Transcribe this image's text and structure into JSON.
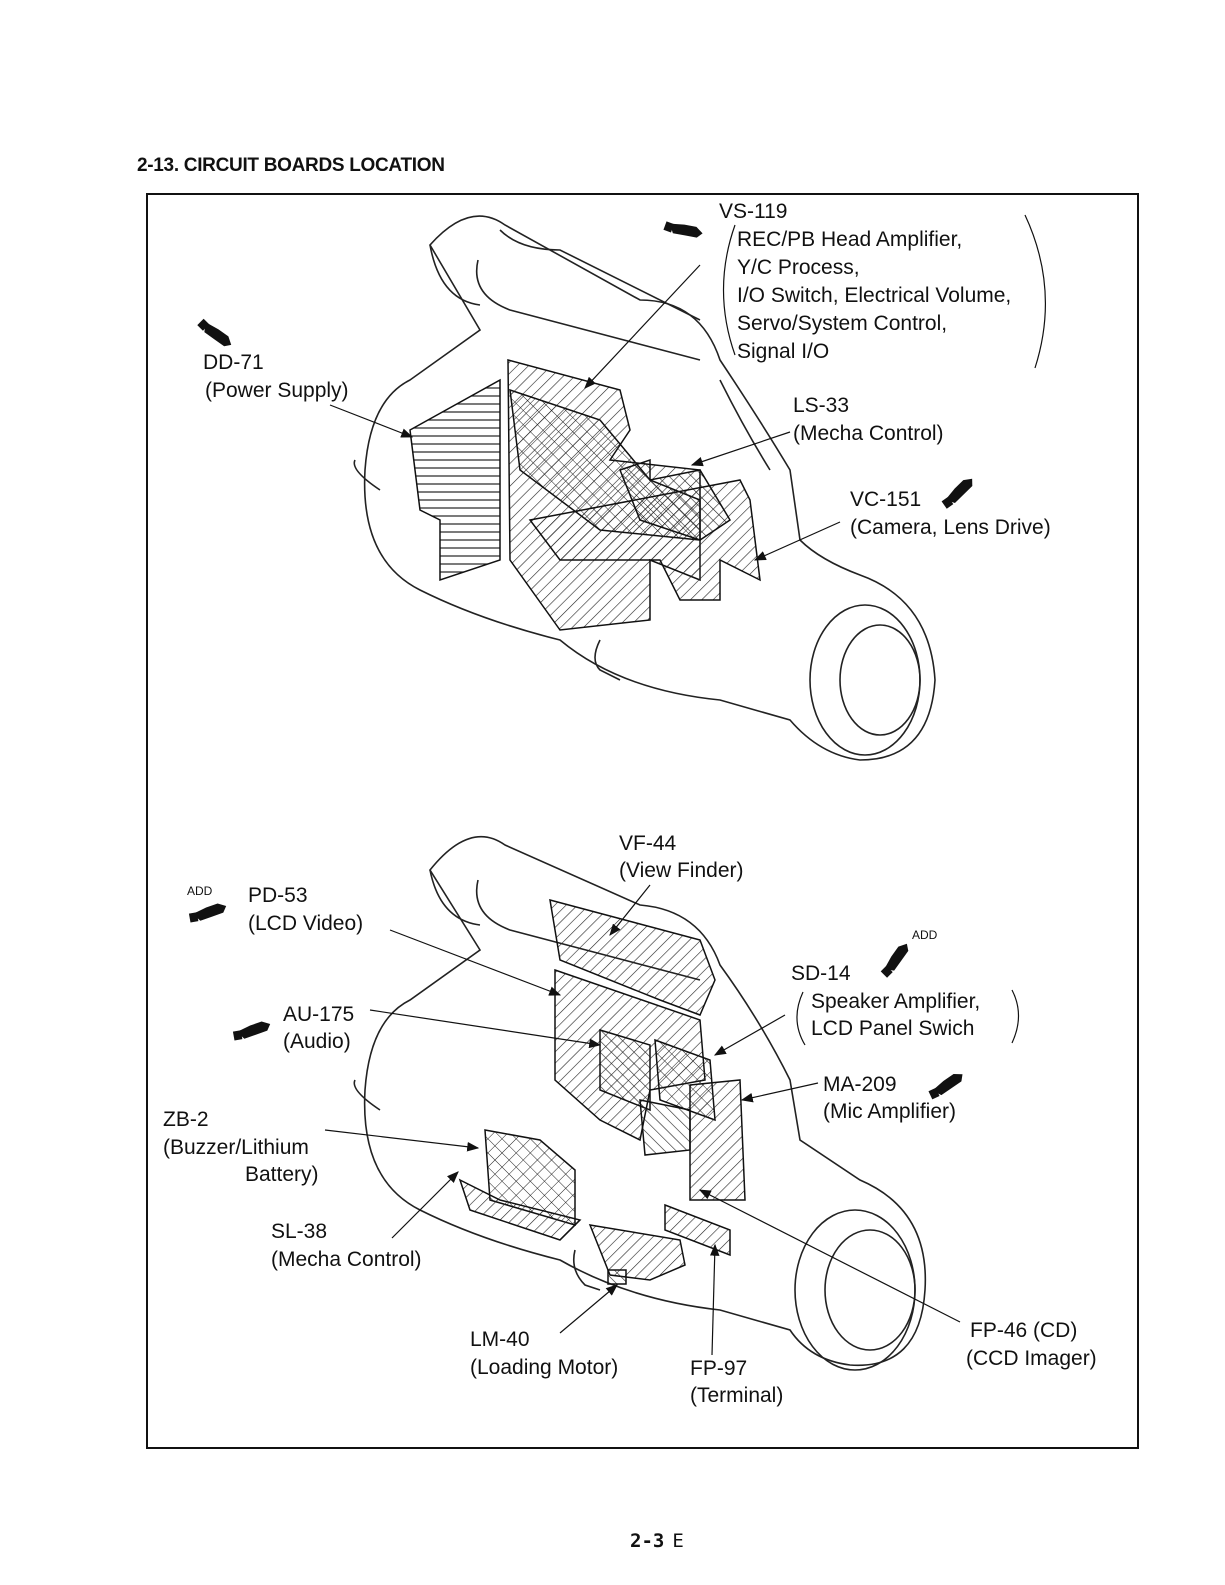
{
  "heading": "2-13.  CIRCUIT BOARDS LOCATION",
  "top_labels": {
    "vs119": [
      "VS-119",
      "REC/PB Head Amplifier,",
      "Y/C Process,",
      "I/O Switch, Electrical Volume,",
      "Servo/System Control,",
      "Signal  I/O"
    ],
    "dd71": [
      "DD-71",
      "(Power Supply)"
    ],
    "ls33": [
      "LS-33",
      "(Mecha Control)"
    ],
    "vc151": [
      "VC-151",
      "(Camera, Lens Drive)"
    ]
  },
  "bottom_labels": {
    "vf44": [
      "VF-44",
      "(View Finder)"
    ],
    "pd53": [
      "PD-53",
      "(LCD Video)"
    ],
    "add1": "ADD",
    "add2": "ADD",
    "au175": [
      "AU-175",
      "(Audio)"
    ],
    "sd14": [
      "SD-14",
      "Speaker Amplifier,",
      "LCD Panel Swich"
    ],
    "ma209": [
      "MA-209",
      "(Mic Amplifier)"
    ],
    "zb2": [
      "ZB-2",
      "(Buzzer/Lithium",
      "Battery)"
    ],
    "sl38": [
      "SL-38",
      "(Mecha Control)"
    ],
    "lm40": [
      "LM-40",
      "(Loading Motor)"
    ],
    "fp97": [
      "FP-97",
      "(Terminal)"
    ],
    "fp46": [
      "FP-46 (CD)",
      "(CCD Imager)"
    ]
  },
  "footer": {
    "page": "2-3",
    "suffix": "E"
  },
  "icons": {
    "pointer": "pointing-hand-icon"
  }
}
